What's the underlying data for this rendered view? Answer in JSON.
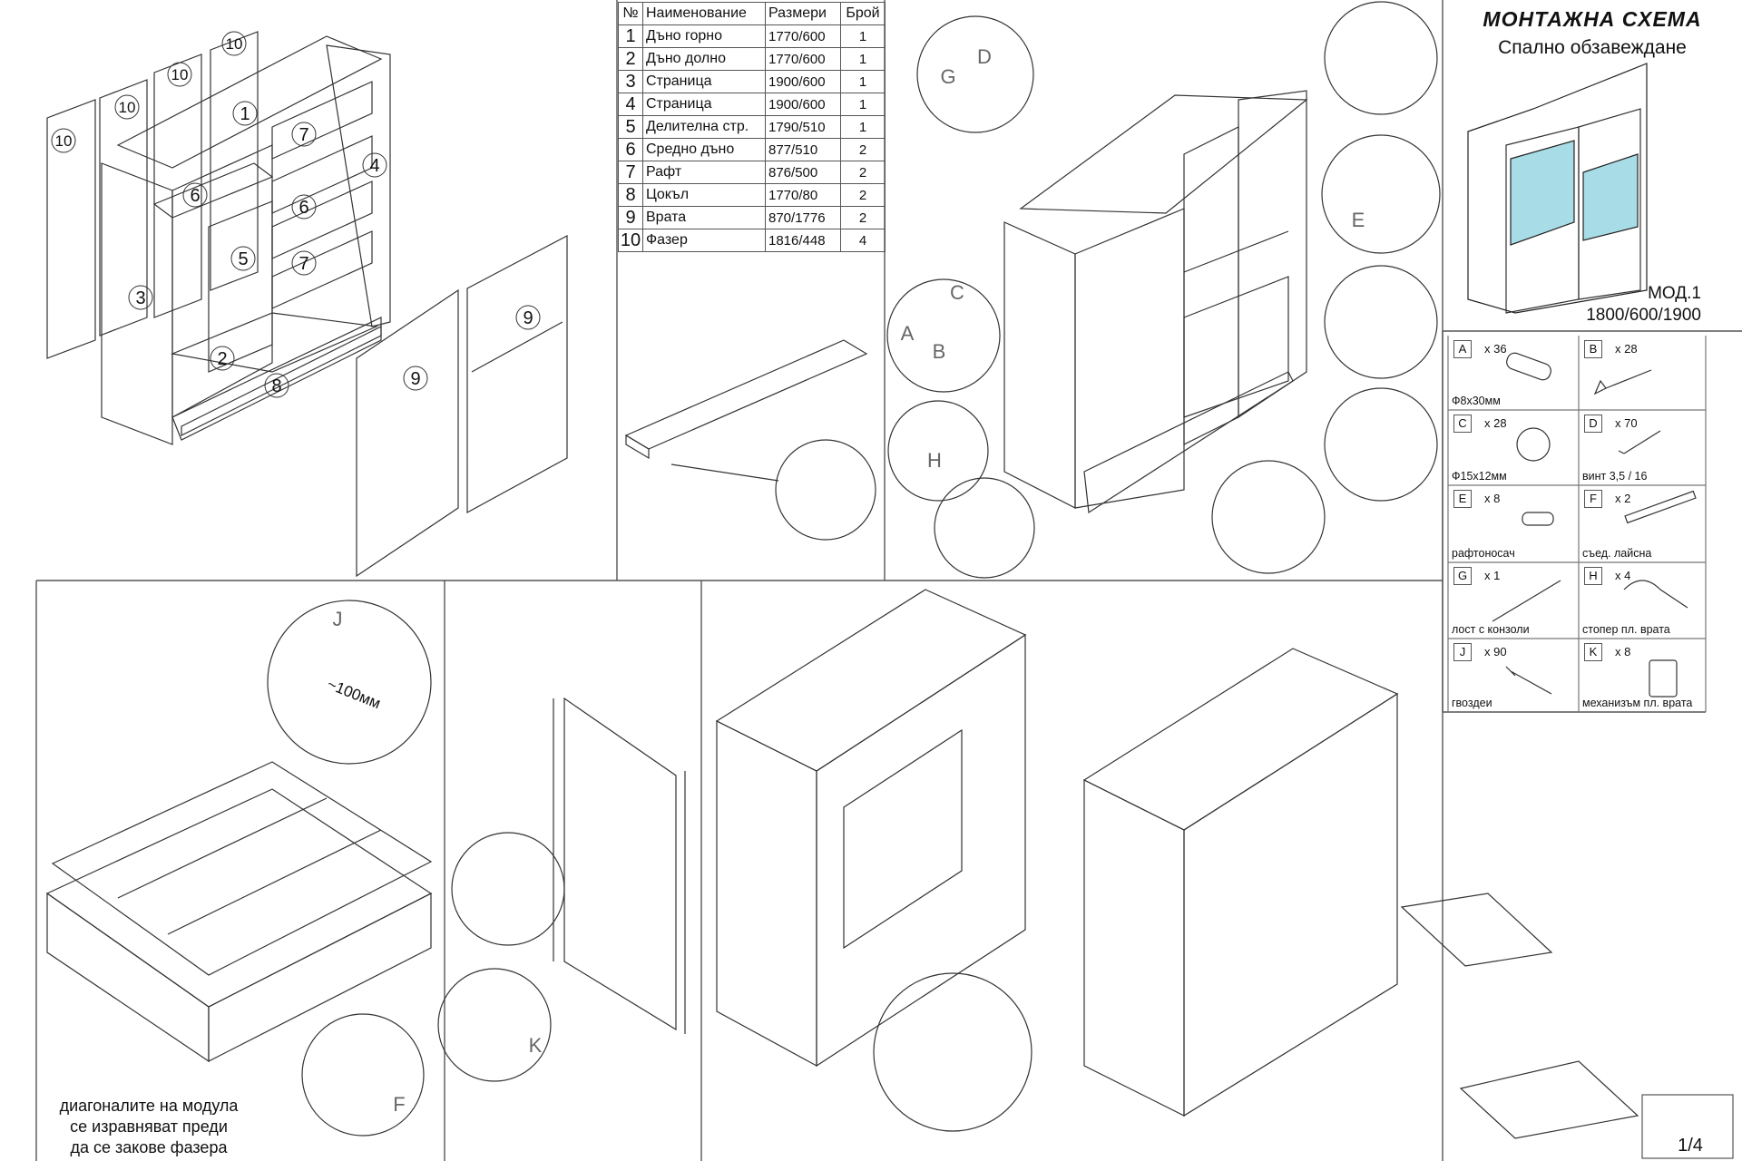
{
  "header": {
    "title": "МОНТАЖНА СХЕМА",
    "subtitle": "Спално обзавеждане",
    "model": "МОД.1",
    "dimensions": "1800/600/1900"
  },
  "parts_table": {
    "columns": [
      "№",
      "Наименование",
      "Размери",
      "Брой"
    ],
    "rows": [
      {
        "no": "1",
        "name": "Дъно горно",
        "size": "1770/600",
        "qty": "1"
      },
      {
        "no": "2",
        "name": "Дъно долно",
        "size": "1770/600",
        "qty": "1"
      },
      {
        "no": "3",
        "name": "Страница",
        "size": "1900/600",
        "qty": "1"
      },
      {
        "no": "4",
        "name": "Страница",
        "size": "1900/600",
        "qty": "1"
      },
      {
        "no": "5",
        "name": "Делителна стр.",
        "size": "1790/510",
        "qty": "1"
      },
      {
        "no": "6",
        "name": "Средно дъно",
        "size": "877/510",
        "qty": "2"
      },
      {
        "no": "7",
        "name": "Рафт",
        "size": "876/500",
        "qty": "2"
      },
      {
        "no": "8",
        "name": "Цокъл",
        "size": "1770/80",
        "qty": "2"
      },
      {
        "no": "9",
        "name": "Врата",
        "size": "870/1776",
        "qty": "2"
      },
      {
        "no": "10",
        "name": "Фазер",
        "size": "1816/448",
        "qty": "4"
      }
    ]
  },
  "hardware": [
    {
      "code": "A",
      "count": "x 36",
      "label": "Ф8х30мм",
      "icon": "dowel-icon"
    },
    {
      "code": "B",
      "count": "x 28",
      "label": "",
      "icon": "cam-bolt-icon"
    },
    {
      "code": "C",
      "count": "x 28",
      "label": "Ф15х12мм",
      "icon": "cam-lock-icon"
    },
    {
      "code": "D",
      "count": "x 70",
      "label": "винт 3,5 / 16",
      "icon": "screw-icon"
    },
    {
      "code": "E",
      "count": "x 8",
      "label": "рафтоносач",
      "icon": "shelf-pin-icon"
    },
    {
      "code": "F",
      "count": "x 2",
      "label": "съед. лайсна",
      "icon": "joining-strip-icon"
    },
    {
      "code": "G",
      "count": "x 1",
      "label": "лост с конзоли",
      "icon": "rod-icon"
    },
    {
      "code": "H",
      "count": "x 4",
      "label": "стопер пл. врата",
      "icon": "stopper-icon"
    },
    {
      "code": "J",
      "count": "x 90",
      "label": "гвоздеи",
      "icon": "nail-icon"
    },
    {
      "code": "K",
      "count": "x 8",
      "label": "механизъм пл. врата",
      "icon": "door-mechanism-icon"
    }
  ],
  "exploded_labels": {
    "p10a": "10",
    "p10b": "10",
    "p10c": "10",
    "p10d": "10",
    "p1": "1",
    "p7a": "7",
    "p4": "4",
    "p6a": "6",
    "p6b": "6",
    "p5": "5",
    "p7b": "7",
    "p3": "3",
    "p2": "2",
    "p8": "8",
    "p9a": "9",
    "p9b": "9"
  },
  "detail_letters": {
    "A": "A",
    "B": "B",
    "C": "C",
    "D": "D",
    "E": "E",
    "F": "F",
    "G": "G",
    "H": "H",
    "J": "J",
    "K": "K"
  },
  "measure": "~100мм",
  "note_lines": [
    "диагоналите на модула",
    "се изравняват преди",
    "да се закове фазера"
  ],
  "page": "1/4",
  "colors": {
    "line": "#333333",
    "glass": "#a8dce6"
  }
}
